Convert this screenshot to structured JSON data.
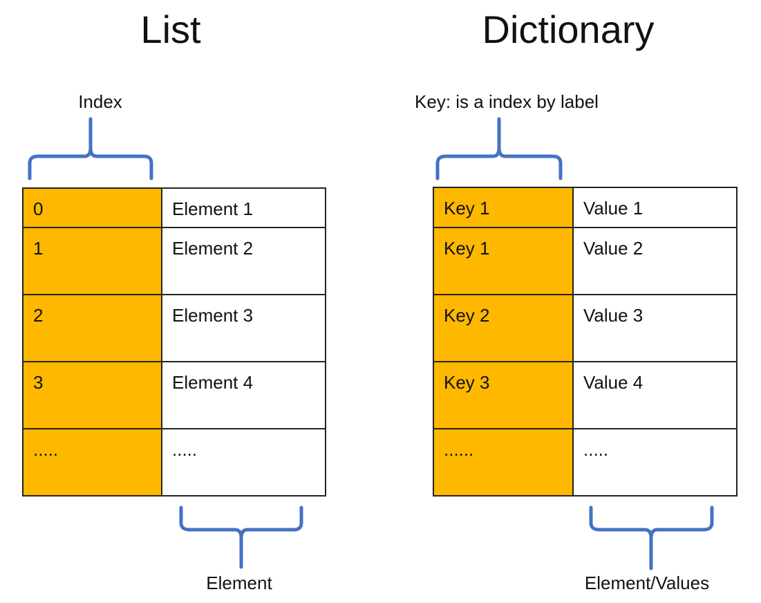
{
  "colors": {
    "key_fill": "#FFB800",
    "brace": "#4472C4"
  },
  "list": {
    "title": "List",
    "top_label": "Index",
    "bottom_label": "Element",
    "rows": [
      {
        "key": "0",
        "value": "Element  1"
      },
      {
        "key": "1",
        "value": "Element  2"
      },
      {
        "key": "2",
        "value": "Element  3"
      },
      {
        "key": "3",
        "value": "Element  4"
      },
      {
        "key": ".....",
        "value": "....."
      }
    ]
  },
  "dictionary": {
    "title": "Dictionary",
    "top_label": "Key: is a index by label",
    "bottom_label": "Element/Values",
    "rows": [
      {
        "key": "Key 1",
        "value": "Value  1"
      },
      {
        "key": "Key 1",
        "value": "Value  2"
      },
      {
        "key": "Key 2",
        "value": "Value 3"
      },
      {
        "key": "Key 3",
        "value": "Value  4"
      },
      {
        "key": "......",
        "value": "....."
      }
    ]
  }
}
